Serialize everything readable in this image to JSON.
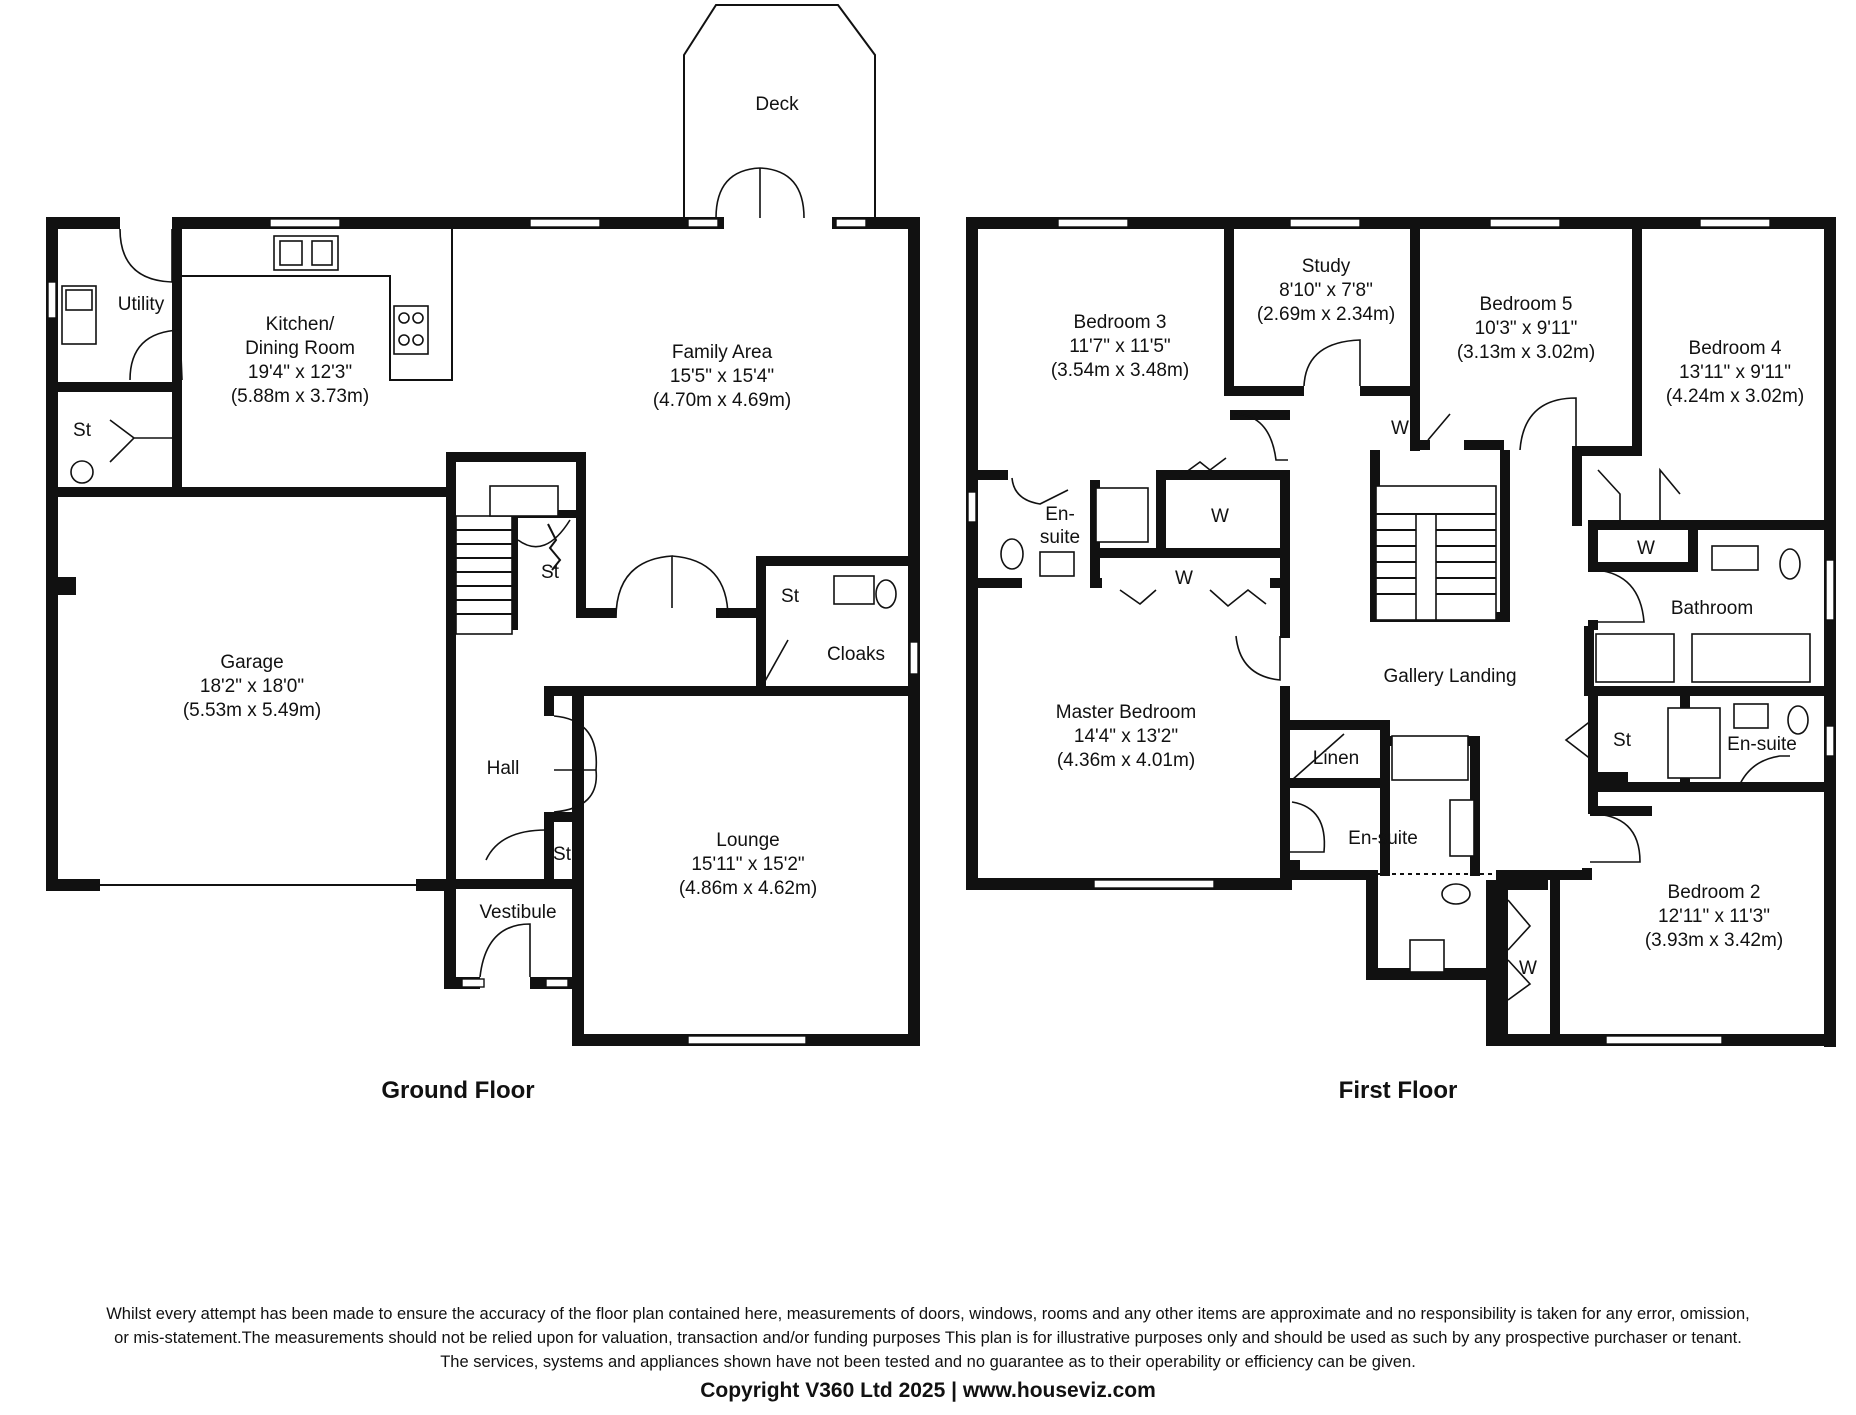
{
  "ground_floor": {
    "title": "Ground Floor",
    "rooms": [
      {
        "id": "deck",
        "name": "Deck",
        "dims_imperial": "",
        "dims_metric": ""
      },
      {
        "id": "utility",
        "name": "Utility",
        "dims_imperial": "",
        "dims_metric": ""
      },
      {
        "id": "kitchen",
        "name_line1": "Kitchen/",
        "name": "Dining Room",
        "dims_imperial": "19'4\" x 12'3\"",
        "dims_metric": "(5.88m x 3.73m)"
      },
      {
        "id": "family",
        "name": "Family Area",
        "dims_imperial": "15'5\" x 15'4\"",
        "dims_metric": "(4.70m x 4.69m)"
      },
      {
        "id": "garage",
        "name": "Garage",
        "dims_imperial": "18'2\" x 18'0\"",
        "dims_metric": "(5.53m x 5.49m)"
      },
      {
        "id": "lounge",
        "name": "Lounge",
        "dims_imperial": "15'11\" x 15'2\"",
        "dims_metric": "(4.86m x 4.62m)"
      },
      {
        "id": "hall",
        "name": "Hall"
      },
      {
        "id": "vestibule",
        "name": "Vestibule"
      },
      {
        "id": "cloaks",
        "name": "Cloaks"
      },
      {
        "id": "store_utility",
        "name": "St"
      },
      {
        "id": "store_stairs",
        "name": "St"
      },
      {
        "id": "store_cloaks",
        "name": "St"
      },
      {
        "id": "store_hall",
        "name": "St"
      }
    ]
  },
  "first_floor": {
    "title": "First Floor",
    "rooms": [
      {
        "id": "bedroom3",
        "name": "Bedroom 3",
        "dims_imperial": "11'7\" x 11'5\"",
        "dims_metric": "(3.54m x 3.48m)"
      },
      {
        "id": "study",
        "name": "Study",
        "dims_imperial": "8'10\" x 7'8\"",
        "dims_metric": "(2.69m x 2.34m)"
      },
      {
        "id": "bedroom5",
        "name": "Bedroom 5",
        "dims_imperial": "10'3\" x 9'11\"",
        "dims_metric": "(3.13m x 3.02m)"
      },
      {
        "id": "bedroom4",
        "name": "Bedroom 4",
        "dims_imperial": "13'11\" x 9'11\"",
        "dims_metric": "(4.24m x 3.02m)"
      },
      {
        "id": "master",
        "name": "Master Bedroom",
        "dims_imperial": "14'4\" x 13'2\"",
        "dims_metric": "(4.36m x 4.01m)"
      },
      {
        "id": "bedroom2",
        "name": "Bedroom 2",
        "dims_imperial": "12'11\" x 11'3\"",
        "dims_metric": "(3.93m x 3.42m)"
      },
      {
        "id": "ensuite3_a",
        "name": "En-"
      },
      {
        "id": "ensuite3_b",
        "name": "suite"
      },
      {
        "id": "ensuite_master",
        "name": "En-suite"
      },
      {
        "id": "ensuite_right",
        "name": "En-suite"
      },
      {
        "id": "gallery",
        "name": "Gallery Landing"
      },
      {
        "id": "bathroom",
        "name": "Bathroom"
      },
      {
        "id": "linen",
        "name": "Linen"
      },
      {
        "id": "store_ff",
        "name": "St"
      },
      {
        "id": "w_bed3",
        "name": "W"
      },
      {
        "id": "w_master",
        "name": "W"
      },
      {
        "id": "w_bed5",
        "name": "W"
      },
      {
        "id": "w_bed4",
        "name": "W"
      },
      {
        "id": "w_bed2",
        "name": "W"
      }
    ]
  },
  "disclaimer": [
    "Whilst every attempt has been made to ensure the accuracy of the floor plan contained here, measurements of doors, windows, rooms and any other items are approximate and no responsibility is taken for any error, omission,",
    "or mis-statement.The measurements should not be relied upon for valuation, transaction and/or funding purposes This plan is for illustrative purposes only and should be used as such by any prospective purchaser or tenant.",
    "The services, systems and appliances shown have not been tested and no guarantee as to their operability or efficiency can be given."
  ],
  "copyright": "Copyright V360 Ltd 2025 | www.houseviz.com"
}
